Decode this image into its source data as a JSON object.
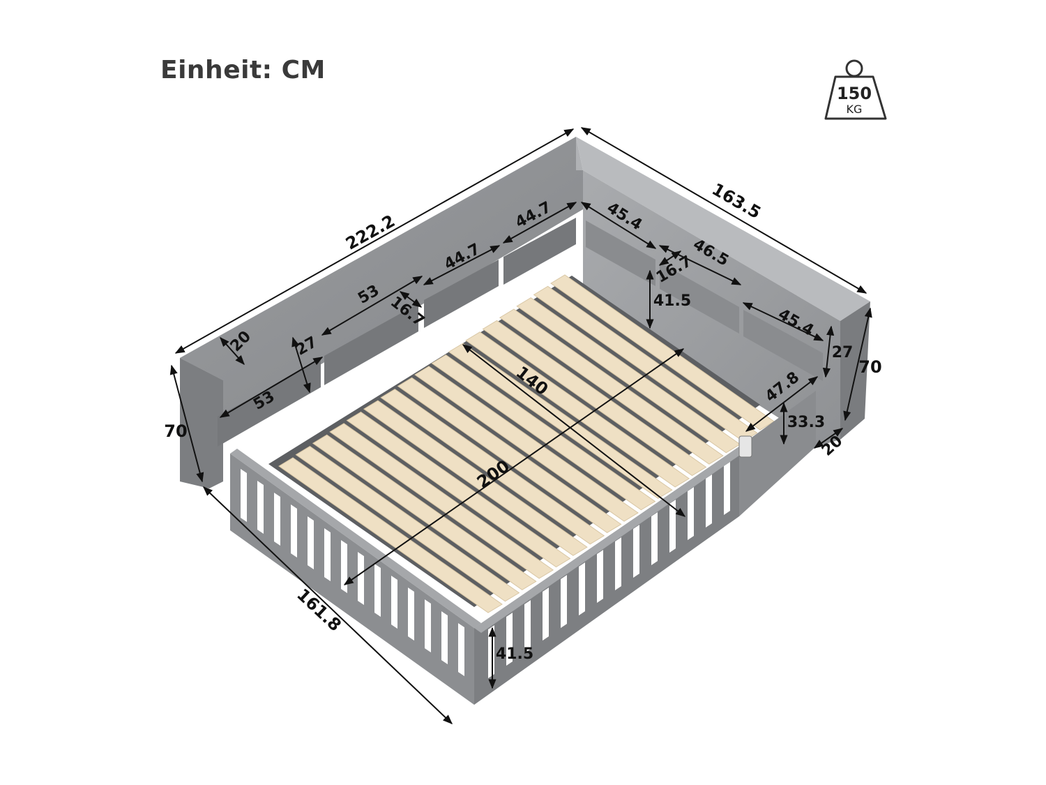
{
  "header": {
    "unit_text": "Einheit: CM"
  },
  "weight_badge": {
    "value": "150",
    "unit": "KG"
  },
  "dimensions": {
    "top_length": "222.2",
    "top_depth": "163.5",
    "left_height": "70",
    "right_height": "70",
    "front_length": "161.8",
    "right_shelf_depth": "20",
    "left_shelf_depth": "20",
    "left_shelf_height": "27",
    "left_shelf_width_lower": "53",
    "left_shelf_width_upper": "53",
    "left_shelf_inner_depth": "16.7",
    "back_shelf_1": "44.7",
    "back_shelf_2": "44.7",
    "back_shelf_3": "45.4",
    "right_shelf_1": "46.5",
    "right_shelf_inner_depth": "16.7",
    "right_shelf_2": "45.4",
    "inner_height_back": "41.5",
    "right_shelf_height": "27",
    "inner_width": "140",
    "inner_length": "200",
    "gate_width": "47.8",
    "gate_height": "33.3",
    "front_rail_height": "41.5"
  },
  "colors": {
    "frame": "#8e9093",
    "frame_light": "#a7a9ac",
    "frame_dark": "#6f7175",
    "slat": "#efe0c4"
  }
}
